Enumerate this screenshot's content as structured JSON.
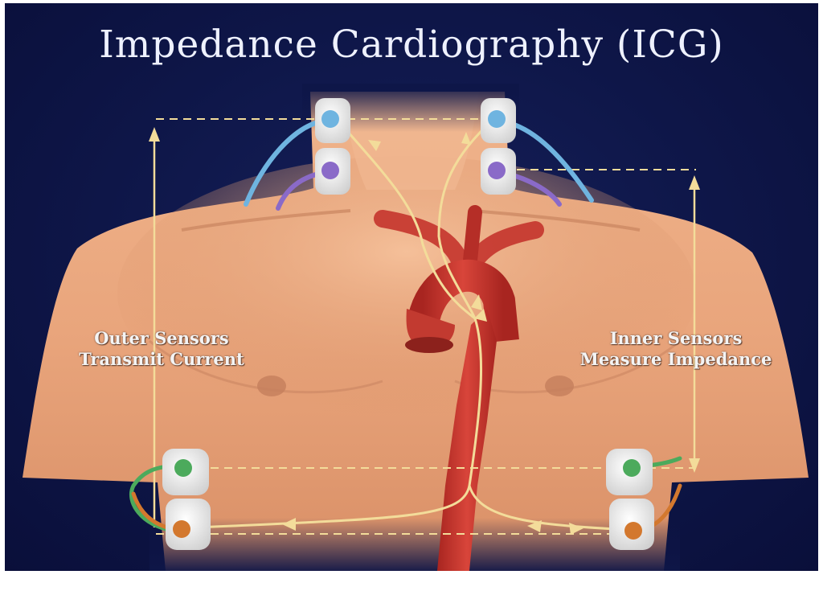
{
  "title": "Impedance Cardiography (ICG)",
  "labels": {
    "outer": [
      "Outer Sensors",
      "Transmit Current"
    ],
    "inner": [
      "Inner Sensors",
      "Measure Impedance"
    ]
  },
  "colors": {
    "background": "#0e1648",
    "skin": "#e9a77f",
    "artery": "#c4342c",
    "current_path": "#f3dc9a",
    "outer_neck_electrode": "#6fb4e0",
    "inner_neck_electrode": "#8a6ac8",
    "inner_torso_electrode": "#4caa5c",
    "outer_torso_electrode": "#d3782e"
  }
}
